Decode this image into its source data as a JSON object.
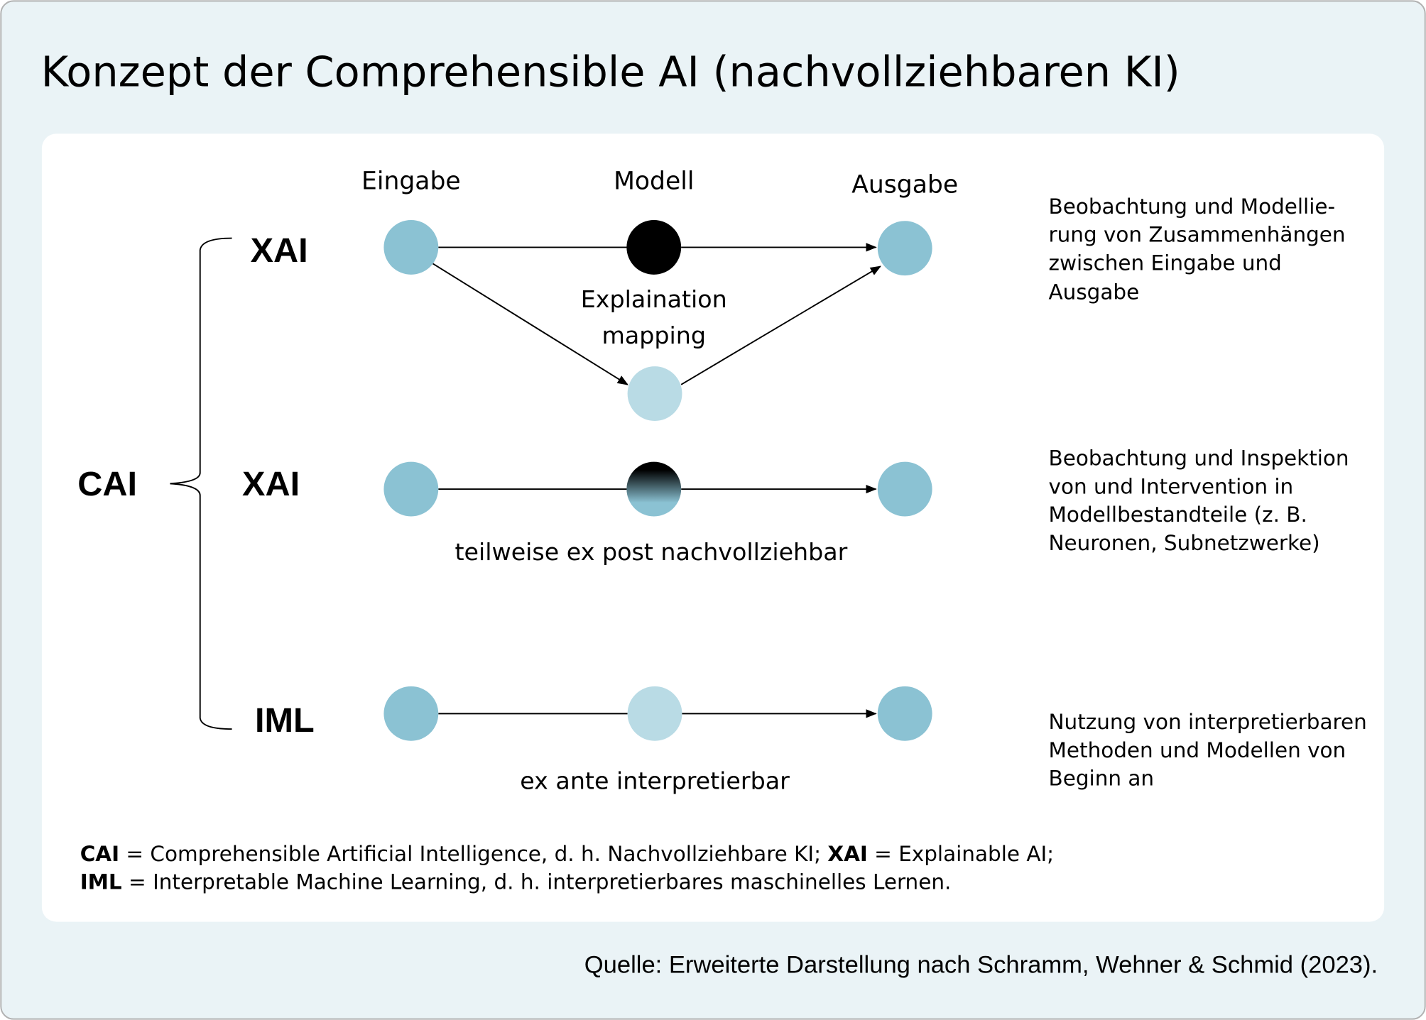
{
  "title": "Konzept der Comprehensible AI (nachvollziehbaren KI)",
  "columns": {
    "input": "Eingabe",
    "model": "Modell",
    "output": "Ausgabe"
  },
  "root_label": "CAI",
  "rows": [
    {
      "label": "XAI",
      "caption_line1": "Explaination",
      "caption_line2": "mapping",
      "description": [
        "Beobachtung und Modellie-",
        "rung von Zusammenhängen",
        "zwischen Eingabe und",
        "Ausgabe"
      ]
    },
    {
      "label": "XAI",
      "caption": "teilweise ex post nachvollziehbar",
      "description": [
        "Beobachtung und Inspektion",
        "von und Intervention in",
        "Modellbestandteile (z. B.",
        "Neuronen, Subnetzwerke)"
      ]
    },
    {
      "label": "IML",
      "caption": "ex ante interpretierbar",
      "description": [
        "Nutzung von interpretierbaren",
        "Methoden und Modellen von",
        "Beginn an"
      ]
    }
  ],
  "legend": {
    "line1_abbr1": "CAI",
    "line1_text1": " = Comprehensible Artificial Intelligence, d. h. Nachvollziehbare KI; ",
    "line1_abbr2": "XAI",
    "line1_text2": " = Explainable AI;",
    "line2_abbr": "IML",
    "line2_text": " = Interpretable Machine Learning, d. h. interpretierbares maschinelles Lernen."
  },
  "source": "Quelle: Erweiterte Darstellung nach Schramm, Wehner & Schmid (2023).",
  "colors": {
    "background": "#eaf3f6",
    "node": "#8bc2d3",
    "node_light": "#b9dbe5",
    "model": "#000000"
  }
}
